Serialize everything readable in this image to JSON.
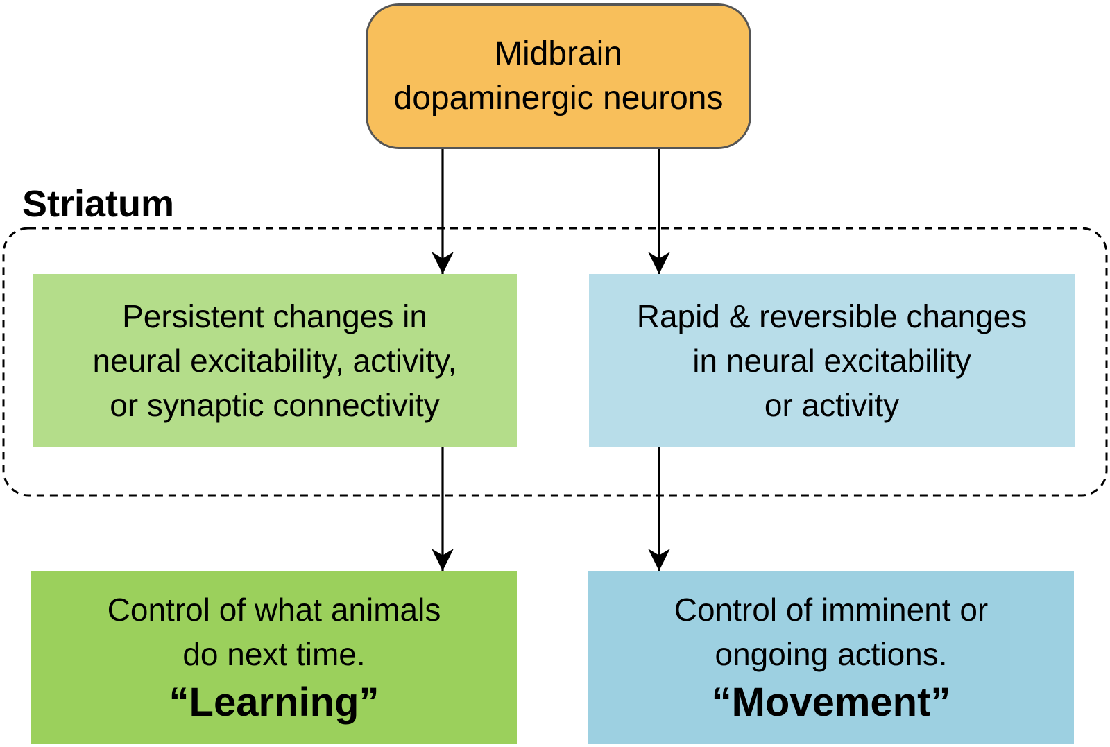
{
  "colors": {
    "top_fill": "#f8bf5b",
    "persistent_fill": "#b4dd8a",
    "rapid_fill": "#b8dde9",
    "learning_fill": "#9bd05c",
    "movement_fill": "#9dd0e1",
    "line": "#000000"
  },
  "nodes": {
    "top": {
      "lines": [
        "Midbrain",
        "dopaminergic neurons"
      ]
    },
    "persistent": {
      "lines": [
        "Persistent changes in",
        "neural excitability, activity,",
        "or synaptic connectivity"
      ]
    },
    "rapid": {
      "lines": [
        "Rapid & reversible changes",
        "in neural excitability",
        "or activity"
      ]
    },
    "learning": {
      "lines": [
        "Control of what animals",
        "do next time."
      ],
      "label": "“Learning”"
    },
    "movement": {
      "lines": [
        "Control of imminent or",
        "ongoing actions."
      ],
      "label": "“Movement”"
    }
  },
  "region": {
    "label": "Striatum"
  },
  "edges": [
    {
      "from": "top",
      "to": "persistent"
    },
    {
      "from": "top",
      "to": "rapid"
    },
    {
      "from": "persistent",
      "to": "learning"
    },
    {
      "from": "rapid",
      "to": "movement"
    }
  ]
}
